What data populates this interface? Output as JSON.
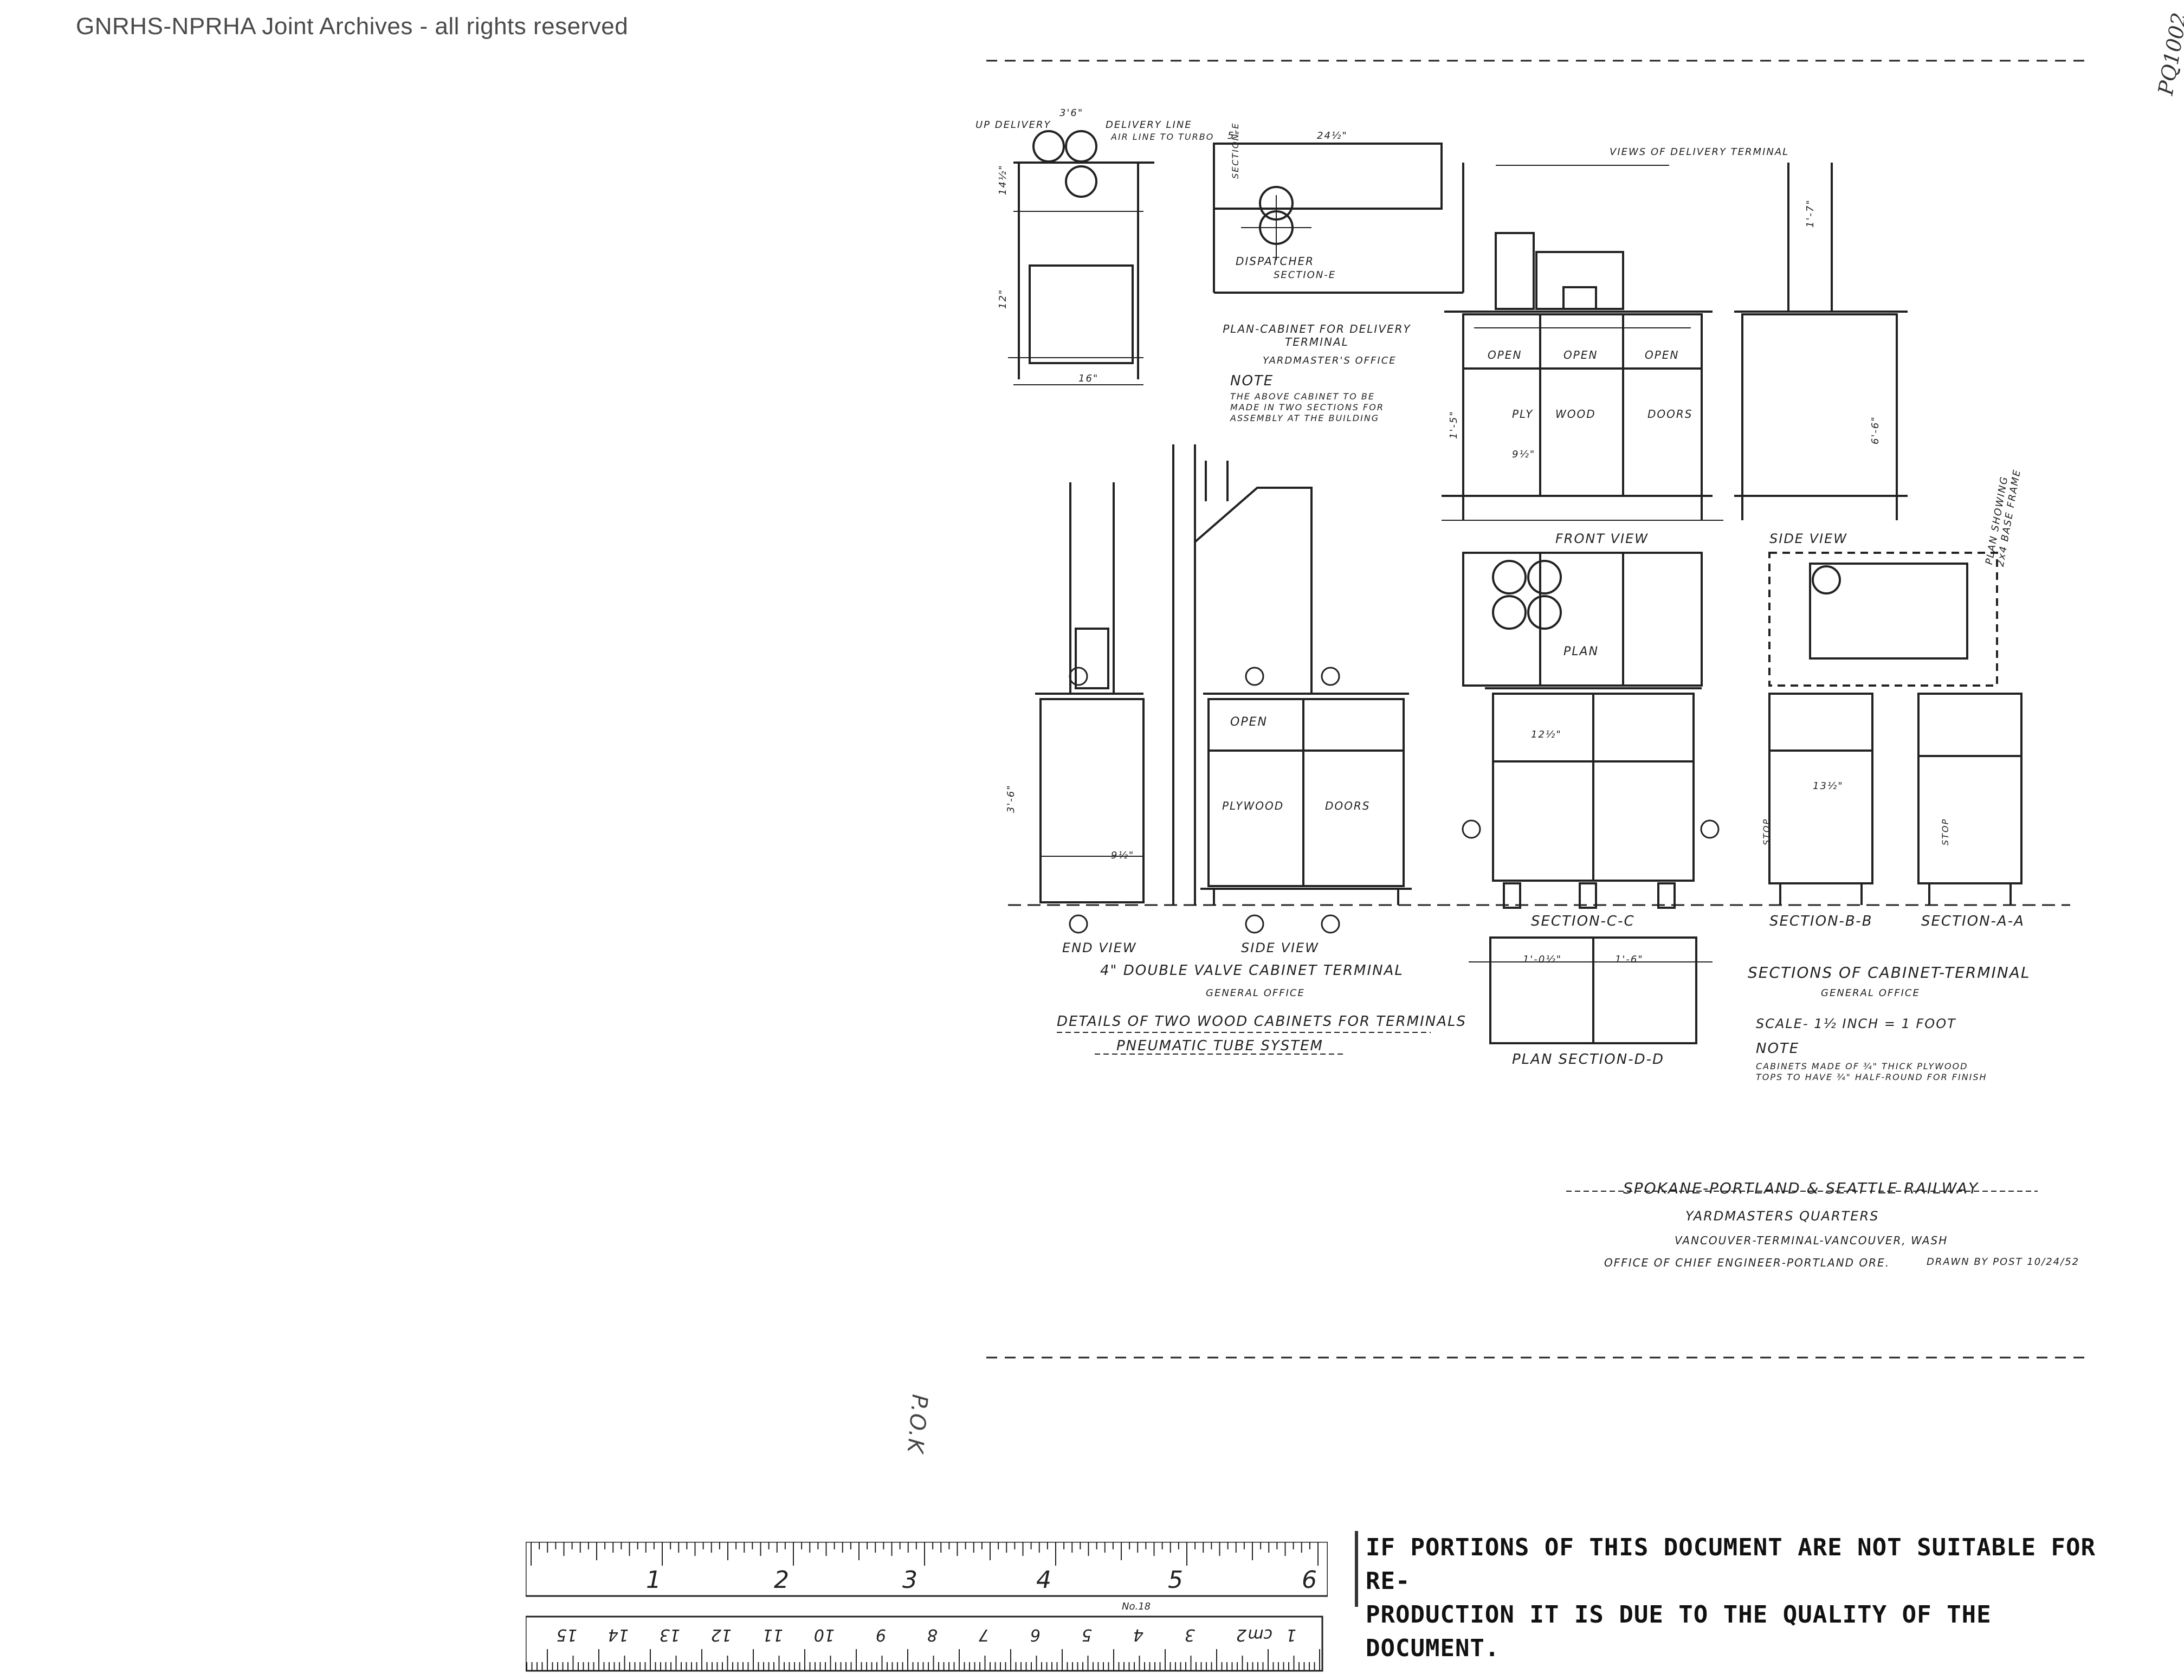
{
  "header": {
    "watermark": "GNRHS-NPRHA Joint Archives - all rights reserved",
    "archive_id": "PQ1002"
  },
  "plan_views": {
    "labels": {
      "up_delivery": "UP DELIVERY",
      "delivery_line": "DELIVERY LINE",
      "air_line": "AIR LINE TO TURBO",
      "section_e": "SECTION-E",
      "dispatcher": "DISPATCHER",
      "section_e2": "SECTION-E",
      "views_delivery": "VIEWS OF DELIVERY TERMINAL"
    },
    "plan_cabinet_title": "PLAN-CABINET FOR DELIVERY TERMINAL",
    "plan_cabinet_sub": "YARDMASTER'S OFFICE",
    "note_title": "NOTE",
    "note_text_1": "THE ABOVE CABINET TO BE",
    "note_text_2": "MADE IN TWO SECTIONS FOR",
    "note_text_3": "ASSEMBLY AT THE BUILDING"
  },
  "delivery_terminal": {
    "panel_labels": [
      "OPEN",
      "OPEN",
      "OPEN"
    ],
    "door_labels": [
      "PLY",
      "WOOD",
      "DOORS"
    ],
    "front_view": "FRONT VIEW",
    "side_view": "SIDE VIEW",
    "plan_label": "PLAN",
    "plan_frame": "PLAN SHOWING 2x4 BASE FRAME"
  },
  "double_valve": {
    "open": "OPEN",
    "plywood": "PLYWOOD",
    "doors": "DOORS",
    "end_view": "END VIEW",
    "side_view": "SIDE VIEW",
    "title": "4\" DOUBLE VALVE CABINET TERMINAL",
    "subtitle": "GENERAL OFFICE",
    "details": "DETAILS OF TWO WOOD CABINETS FOR TERMINALS",
    "system": "PNEUMATIC TUBE SYSTEM"
  },
  "sections": {
    "section_cc": "SECTION-C-C",
    "section_bb": "SECTION-B-B",
    "section_aa": "SECTION-A-A",
    "plan_section_dd": "PLAN SECTION-D-D",
    "title": "SECTIONS OF CABINET-TERMINAL",
    "subtitle": "GENERAL OFFICE",
    "scale": "SCALE- 1½ INCH = 1 FOOT",
    "note_title": "NOTE",
    "note_1": "CABINETS MADE OF ¾\" THICK PLYWOOD",
    "note_2": "TOPS TO HAVE ¾\" HALF-ROUND FOR FINISH",
    "stop_left": "STOP",
    "stop_right": "STOP"
  },
  "dimensions": {
    "d_3_6": "3'6\"",
    "d_14_5": "14½\"",
    "d_12": "12\"",
    "d_16": "16\"",
    "d_24_5": "24½\"",
    "d_5": "5\"",
    "d_9_5": "9½\"",
    "d_1_7": "1'-7\"",
    "d_6_6": "6'-6\"",
    "d_1_5": "1'-5\"",
    "d_1_6": "1'-6\"",
    "d_1_0_5": "1'-0½\"",
    "d_13_5": "13½\"",
    "d_12_5": "12½\"",
    "d_9_5b": "9½\"",
    "d_3_6b": "3'-6\""
  },
  "title_block": {
    "railway": "SPOKANE-PORTLAND & SEATTLE RAILWAY",
    "building": "YARDMASTERS QUARTERS",
    "location": "VANCOUVER-TERMINAL-VANCOUVER, WASH",
    "office": "OFFICE OF CHIEF ENGINEER-PORTLAND ORE.",
    "drawn": "DRAWN BY POST 10/24/52"
  },
  "margin_mark": "P.O.K",
  "ruler": {
    "inches": [
      "1",
      "2",
      "3",
      "4",
      "5",
      "6"
    ],
    "cm": [
      "1",
      "2",
      "3",
      "4",
      "5",
      "6",
      "7",
      "8",
      "9",
      "10",
      "11",
      "12",
      "13",
      "14",
      "15"
    ],
    "cm_label": "cm",
    "model": "No.18"
  },
  "notice": {
    "line1": "IF PORTIONS OF THIS DOCUMENT ARE NOT SUITABLE FOR RE-",
    "line2": "PRODUCTION IT IS DUE TO THE QUALITY OF THE DOCUMENT."
  }
}
